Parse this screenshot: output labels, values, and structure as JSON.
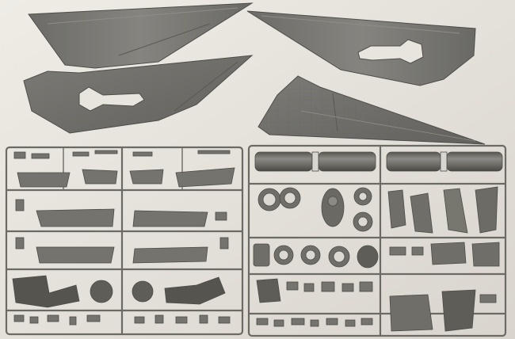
{
  "colors": {
    "background": "#e6e3dd",
    "plastic": "#75746f",
    "plastic_dark": "#4e4d4a",
    "plastic_light": "#9a9993",
    "shadow": "#c9c5bd"
  },
  "scene": {
    "large_parts": [
      "wing-top-left",
      "wing-top-right",
      "wing-mid-left",
      "wing-mid-right"
    ],
    "sprues": [
      "sprue-left",
      "sprue-right"
    ]
  }
}
